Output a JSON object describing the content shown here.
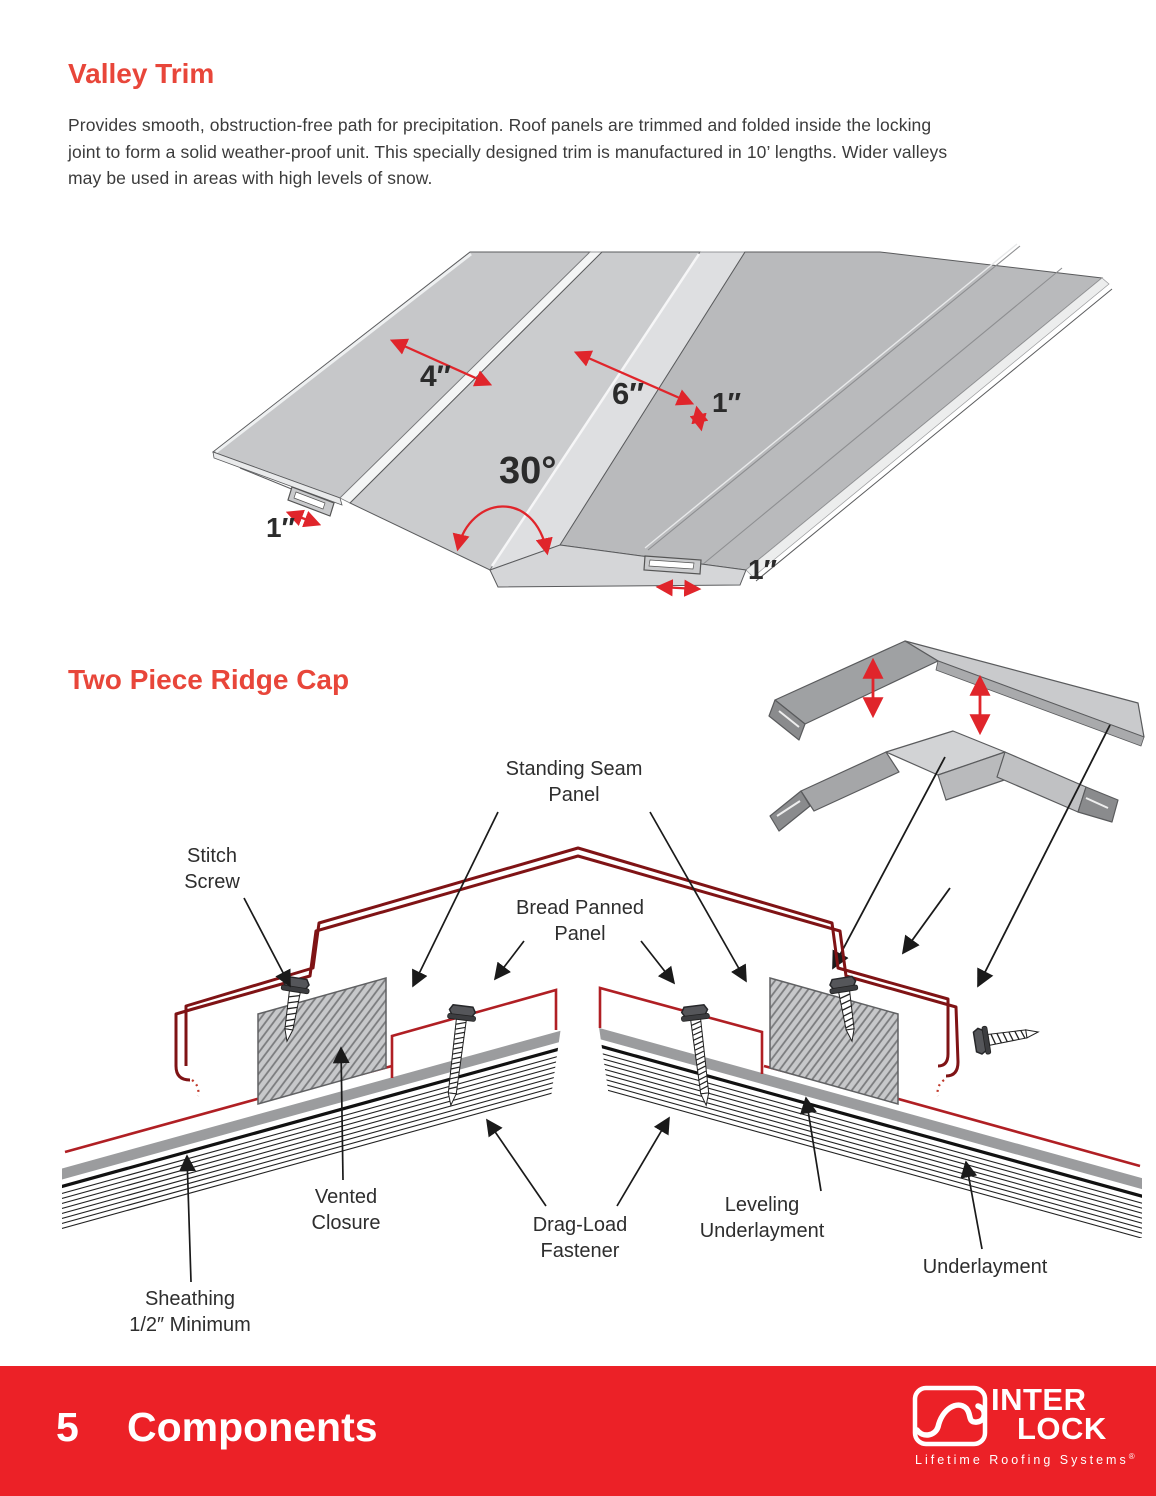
{
  "valley": {
    "title": "Valley Trim",
    "paragraph": "Provides smooth, obstruction-free path for precipitation. Roof panels are trimmed and folded inside the locking joint to form a solid weather-proof unit. This specially designed trim is manufactured in 10’ lengths. Wider valleys may be used in areas with high levels of snow.",
    "dims": {
      "panel_width": "4″",
      "pan_width": "6″",
      "rib_height": "1″",
      "fold_angle": "30°",
      "edge_hem": "1″",
      "bottom_hem": "1″"
    }
  },
  "ridge": {
    "title": "Two Piece Ridge Cap",
    "labels": {
      "standing_seam": "Standing Seam\nPanel",
      "stitch_screw": "Stitch\nScrew",
      "bread_panned": "Bread Panned\nPanel",
      "vented_closure": "Vented\nClosure",
      "drag_load": "Drag-Load\nFastener",
      "leveling": "Leveling\nUnderlayment",
      "underlayment": "Underlayment",
      "sheathing": "Sheathing\n1/2″ Minimum"
    }
  },
  "footer": {
    "page_number": "5",
    "section_title": "Components",
    "logo": {
      "word_top": "INTER",
      "word_bottom": "LOCK",
      "tagline": "Lifetime Roofing Systems",
      "registered_mark": "®"
    }
  },
  "colors": {
    "accent_red": "#E8463A",
    "footer_red": "#EC2127",
    "cap_maroon": "#7F1315",
    "panel_crimson": "#B01F24",
    "dimension_red": "#E0252B",
    "label_ink": "#2E2E2E"
  }
}
